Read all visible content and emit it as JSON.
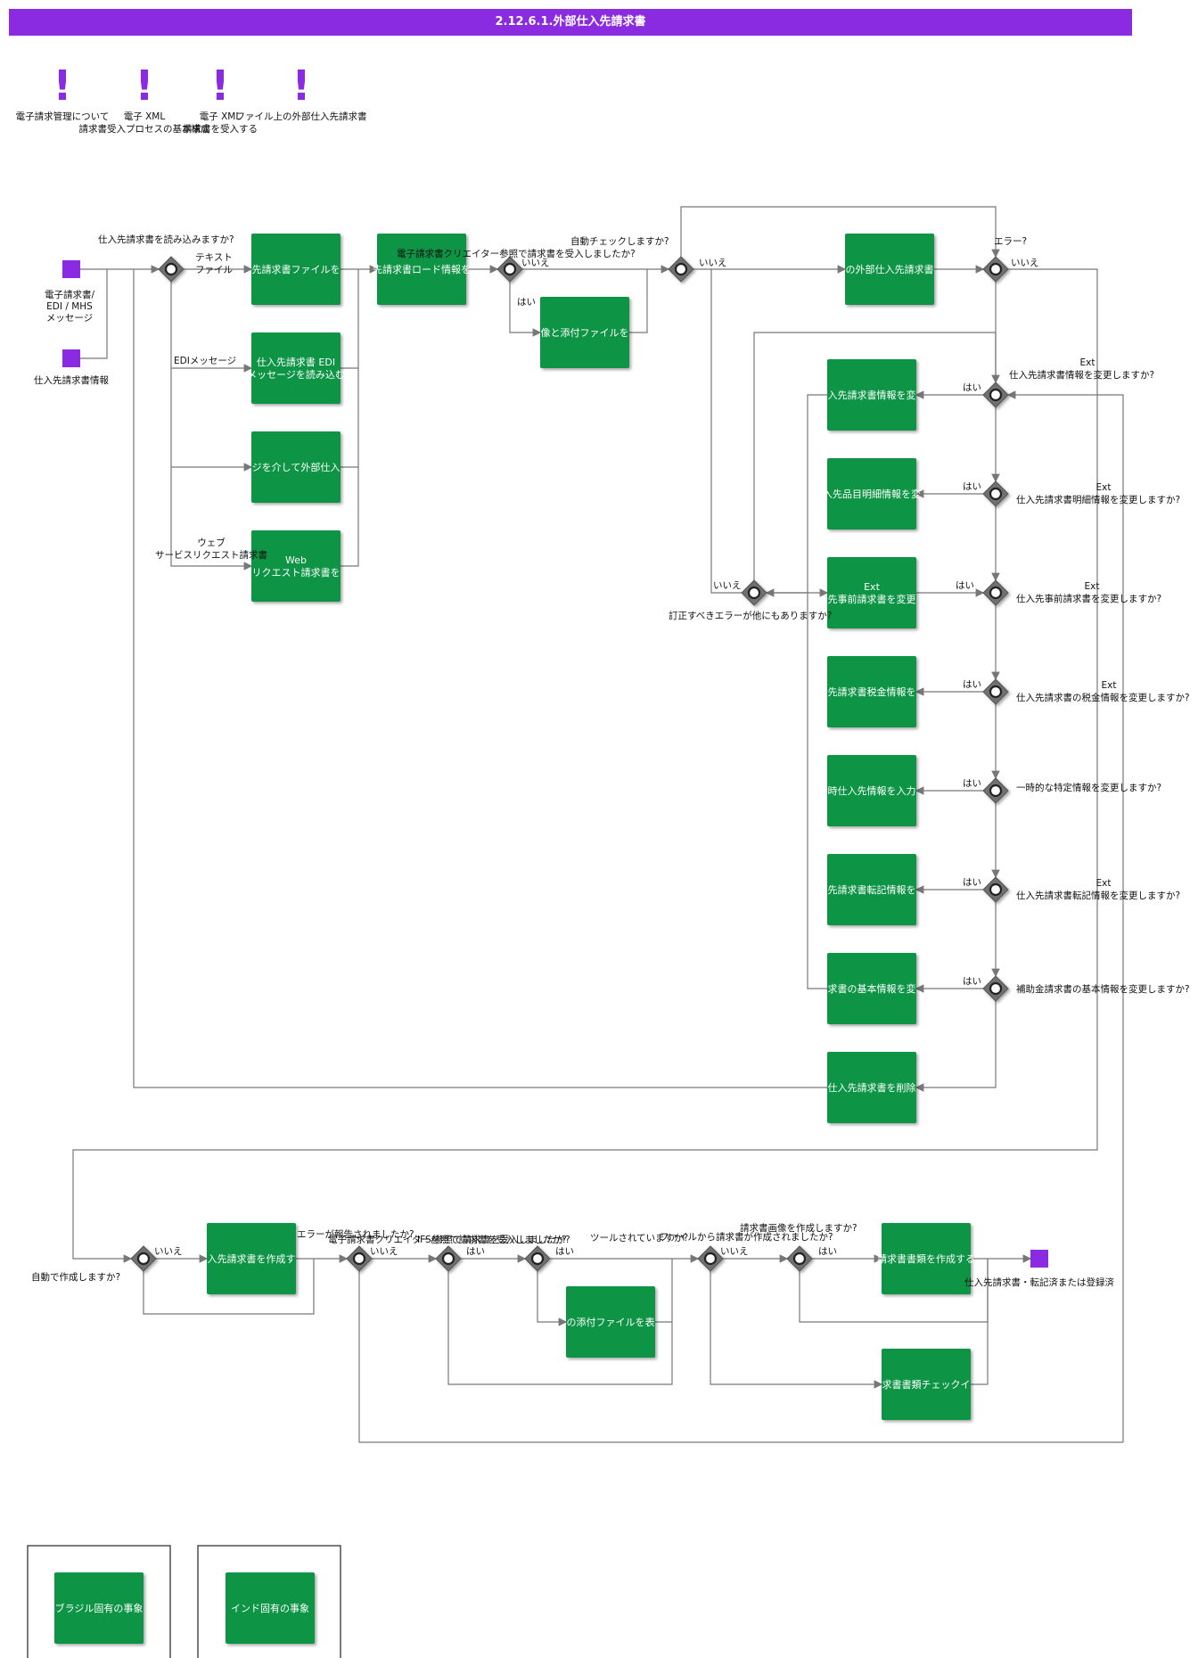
{
  "title": "2.12.6.1.外部仕入先請求書",
  "colors": {
    "header": "#8a2be2",
    "box": "#0a9444",
    "event": "#8a2be2",
    "gateway": "#6f6f6f",
    "edge": "#777777"
  },
  "notes": [
    {
      "line1": "電子請求管理について",
      "line2": ""
    },
    {
      "line1": "電子 XML",
      "line2": "請求書受入プロセスの基本構成"
    },
    {
      "line1": "電子 XML",
      "line2": "請求書を受入する"
    },
    {
      "line1": "ファイル上の外部仕入先請求書",
      "line2": ""
    }
  ],
  "events": {
    "start1": [
      "電子請求書/",
      "EDI / MHS",
      "メッセージ"
    ],
    "start2": [
      "仕入先請求書情報"
    ],
    "end": [
      "仕入先請求書・転記済または登録済"
    ]
  },
  "boxes": {
    "b_file": [
      "先請求書ファイルを"
    ],
    "b_edi": [
      "仕入先請求書 EDI",
      "メッセージを読み込む"
    ],
    "b_msg": [
      "ジを介して外部仕入"
    ],
    "b_web": [
      "Web",
      "リクエスト請求書を"
    ],
    "b_load": [
      "先請求書ロード情報を"
    ],
    "b_attach": [
      "像と添付ファイルを"
    ],
    "b_ext": [
      "の外部仕入先請求書"
    ],
    "c1": [
      "入先請求書情報を変"
    ],
    "c2": [
      "入先品目明細情報を変"
    ],
    "c3": [
      "Ext",
      "先事前請求書を変更"
    ],
    "c4": [
      "先請求書税金情報を"
    ],
    "c5": [
      "時仕入先情報を入力"
    ],
    "c6": [
      "先請求書転記情報を"
    ],
    "c7": [
      "求書の基本情報を変"
    ],
    "c8": [
      "仕入先請求書を削除"
    ],
    "r_create": [
      "入先請求書を作成す"
    ],
    "r_attach": [
      "の添付ファイルを表"
    ],
    "r_doc": [
      "請求書書類を作成する"
    ],
    "r_check": [
      "求書書類チェックイ"
    ],
    "brazil": [
      "ブラジル固有の事象"
    ],
    "india": [
      "インド固有の事象"
    ]
  },
  "labels": {
    "q_read": "仕入先請求書を読み込みますか?",
    "text_file_1": "テキスト",
    "text_file_2": "ファイル",
    "edi_msg": "EDIメッセージ",
    "web_1": "ウェブ",
    "web_2": "サービスリクエスト請求書",
    "q_creator": "電子請求書クリエイター参照で請求書を受入しましたか?",
    "iie_1": "いいえ",
    "hai_1": "はい",
    "q_auto_check": "自動チェックしますか?",
    "iie_2": "いいえ",
    "q_error": "エラー?",
    "iie_3": "いいえ",
    "ext_1": "Ext",
    "q_g1": "仕入先請求書情報を変更しますか?",
    "ext_2": "Ext",
    "q_g2": "仕入先請求書明細情報を変更しますか?",
    "ext_3": "Ext",
    "q_g3": "仕入先事前請求書を変更しますか?",
    "ext_4": "Ext",
    "q_g4": "仕入先請求書の税金情報を変更しますか?",
    "q_g5": "一時的な特定情報を変更しますか?",
    "ext_6": "Ext",
    "q_g6": "仕入先請求書転記情報を変更しますか?",
    "q_g7": "補助金請求書の基本情報を変更しますか?",
    "hai_g1": "はい",
    "hai_g2": "はい",
    "hai_g3": "はい",
    "hai_g4": "はい",
    "hai_g5": "はい",
    "hai_g6": "はい",
    "hai_g7": "はい",
    "iie_more": "いいえ",
    "q_more": "訂正すべきエラーが他にもありますか?",
    "q_autocreate": "自動で作成しますか?",
    "iie_r1": "いいえ",
    "q_r2": "エラーが報告されましたか?",
    "q_r3": "電子請求書クリエイター参照で請求書を受入しましたか?",
    "q_r4": "IFS/参照で請求書を受入しましたか?",
    "q_r5": "ツールされていますか?",
    "q_r6": "ファイルから請求書が作成されましたか?",
    "q_r7": "請求書画像を作成しますか?",
    "iie_r2": "いいえ",
    "hai_r3": "はい",
    "hai_r4": "はい",
    "iie_r6": "いいえ",
    "hai_r7": "はい"
  }
}
